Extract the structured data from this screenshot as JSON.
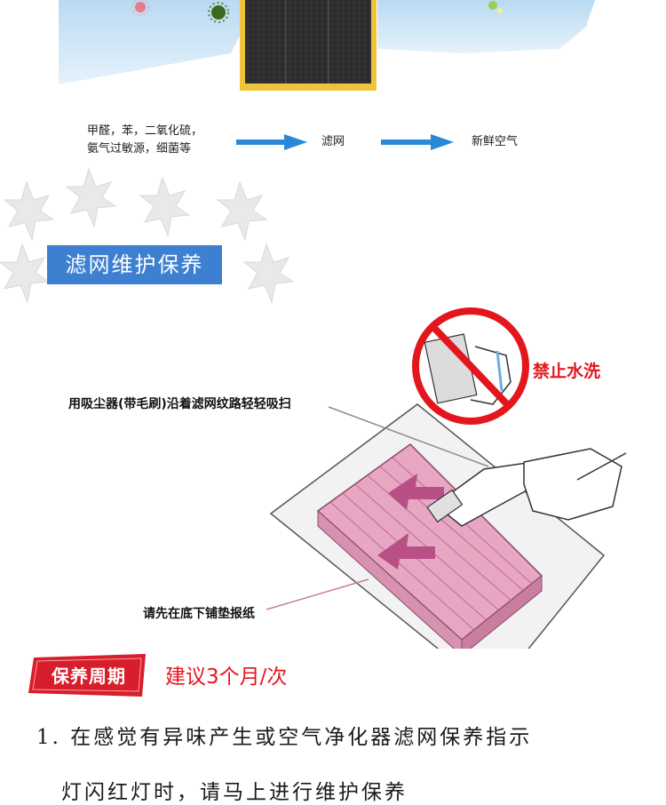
{
  "flow": {
    "source_line1": "甲醛，苯，二氧化硫，",
    "source_line2": "氨气过敏源，细菌等",
    "filter": "滤网",
    "output": "新鲜空气"
  },
  "section_title": "滤网维护保养",
  "instruction": {
    "callout_vacuum": "用吸尘器(带毛刷)沿着滤网纹路轻轻吸扫",
    "callout_paper": "请先在底下铺垫报纸",
    "no_wash": "禁止水洗"
  },
  "maintenance": {
    "badge": "保养周期",
    "interval": "建议3个月/次"
  },
  "steps": [
    {
      "line1": "1. 在感觉有异味产生或空气净化器滤网保养指示",
      "line2": "灯闪红灯时，请马上进行维护保养"
    }
  ],
  "colors": {
    "header_blue": "#3d7fd0",
    "flow_arrow": "#2a88d8",
    "warning_red": "#e3161d",
    "badge_red": "#d81e2a",
    "filter_pink": "#e7a6c2"
  }
}
